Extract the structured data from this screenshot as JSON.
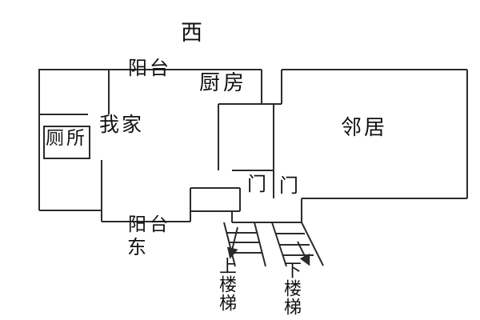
{
  "diagram": {
    "type": "apartment-floor-plan-sketch",
    "colors": {
      "background": "#ffffff",
      "line": "#2b2b2b",
      "text": "#111111"
    },
    "labels": {
      "west": "西",
      "east": "东",
      "balcony_west": "阳台",
      "balcony_east": "阳台",
      "kitchen": "厨房",
      "my_home": "我家",
      "toilet": "厕所",
      "neighbor": "邻居",
      "door_left": "门",
      "door_right": "门",
      "stairs_up": "上楼梯",
      "stairs_down": "下楼梯"
    }
  }
}
